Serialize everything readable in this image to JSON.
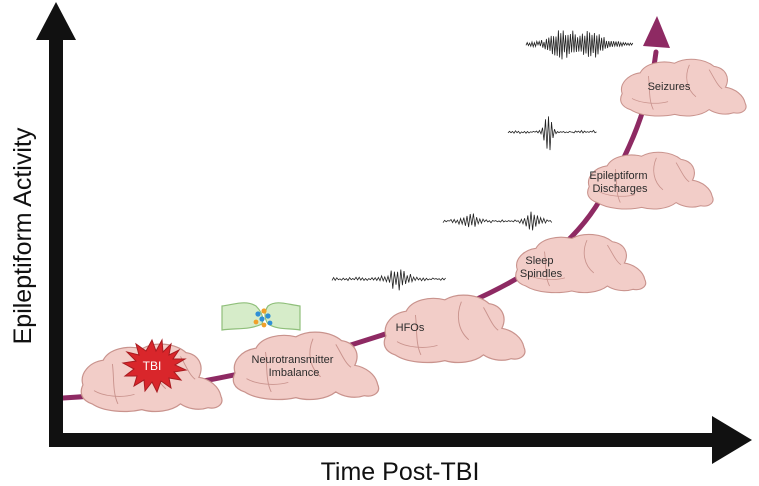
{
  "axes": {
    "y_label": "Epileptiform Activity",
    "x_label": "Time Post-TBI"
  },
  "stages": [
    {
      "id": "tbi",
      "label": "TBI"
    },
    {
      "id": "neurotransmitter",
      "label_lines": [
        "Neurotransmitter",
        "Imbalance"
      ]
    },
    {
      "id": "hfos",
      "label": "HFOs"
    },
    {
      "id": "sleep-spindles",
      "label_lines": [
        "Sleep",
        "Spindles"
      ]
    },
    {
      "id": "epileptiform-discharges",
      "label_lines": [
        "Epileptiform",
        "Discharges"
      ]
    },
    {
      "id": "seizures",
      "label": "Seizures"
    }
  ],
  "icons": {
    "brain": "rodent-brain-icon",
    "injury": "starburst-icon",
    "synapse": "synapse-icon",
    "waveform": "eeg-trace-icon"
  },
  "colors": {
    "axis": "#111111",
    "trend_curve": "#8e2a63",
    "brain_fill": "#f2cdc8",
    "brain_stroke": "#c9938d",
    "tbi_burst": "#d9262b",
    "synapse_fill": "#d6ecc9",
    "trace": "#222222",
    "text": "#2b2b2b"
  }
}
